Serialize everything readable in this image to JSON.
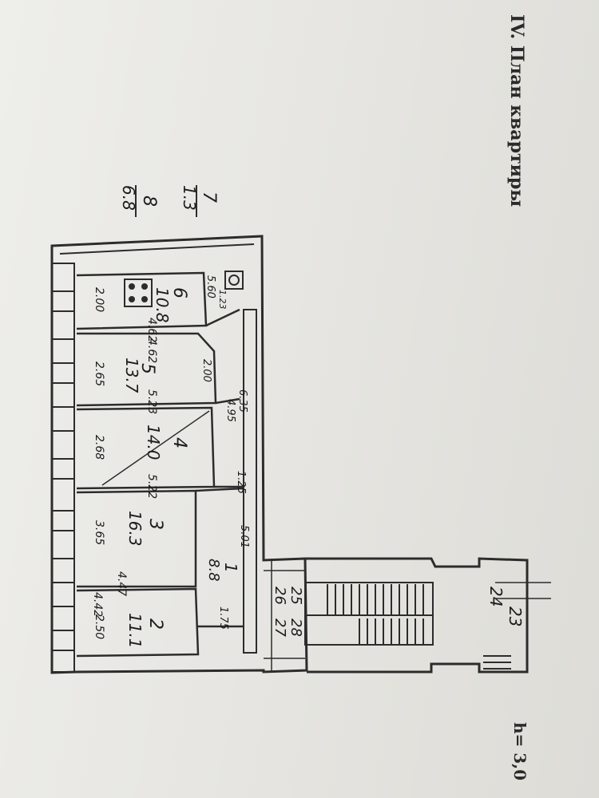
{
  "title": "IV. План квартиры",
  "ceiling_height": "h= 3,0",
  "legend": {
    "top": {
      "num": "7",
      "area": "1.3"
    },
    "bottom": {
      "num": "8",
      "area": "6.8"
    }
  },
  "rooms": [
    {
      "id": "6",
      "number": "6",
      "area": "10.8",
      "dims": [
        "2.00",
        "4.62",
        "5.60"
      ]
    },
    {
      "id": "5",
      "number": "5",
      "area": "13.7",
      "dims": [
        "2.65",
        "4.62",
        "5.23",
        "2.00"
      ]
    },
    {
      "id": "4",
      "number": "4",
      "area": "14.0",
      "dims": [
        "2.68",
        "5.22"
      ]
    },
    {
      "id": "3",
      "number": "3",
      "area": "16.3",
      "dims": [
        "3.65",
        "4.47"
      ]
    },
    {
      "id": "2",
      "number": "2",
      "area": "11.1",
      "dims": [
        "2.50",
        "4.42"
      ]
    },
    {
      "id": "1",
      "number": "1",
      "area": "8.8",
      "dims": [
        "5.01",
        "1.75"
      ]
    }
  ],
  "corridor": {
    "dims": [
      "6.35",
      "4.95",
      "1.25"
    ],
    "small": "1.23"
  },
  "stair": {
    "labels": [
      "25",
      "28",
      "26",
      "27",
      "23",
      "24"
    ]
  }
}
